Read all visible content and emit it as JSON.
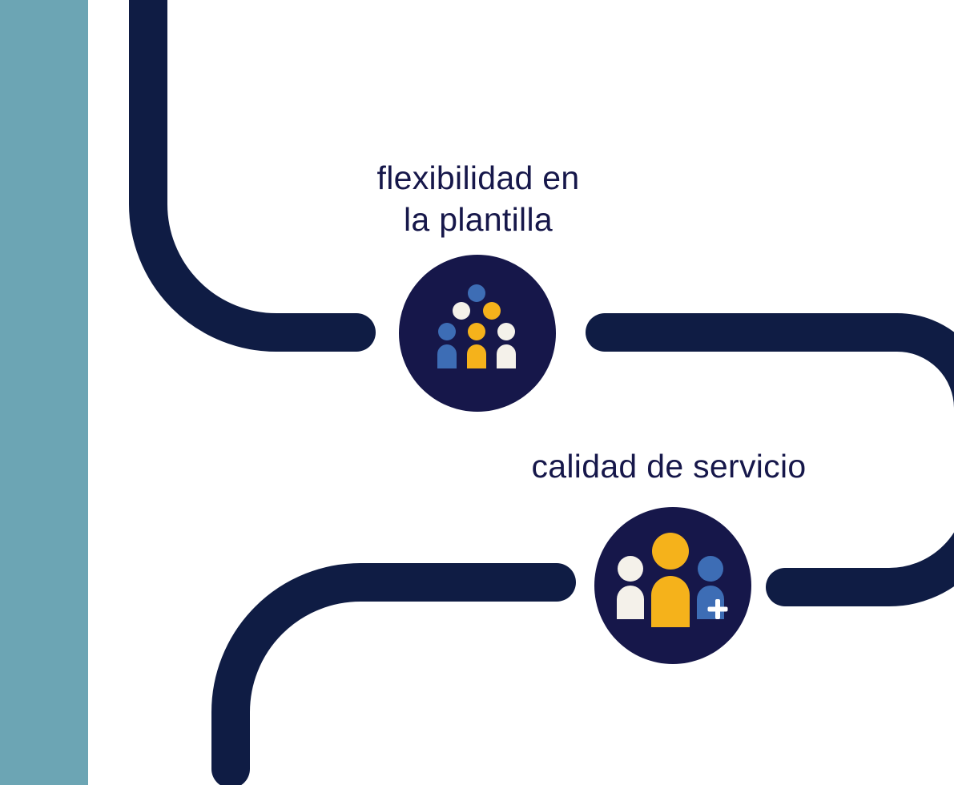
{
  "colors": {
    "navy": "#0f1c44",
    "circle": "#16174a",
    "teal": "#6ca5b4",
    "blue": "#3d6db5",
    "yellow": "#f5b21b",
    "cream": "#f4f1ea",
    "white": "#ffffff"
  },
  "milestones": [
    {
      "label_line1": "flexibilidad en",
      "label_line2": "la plantilla",
      "icon": "workforce-group-icon"
    },
    {
      "label": "calidad de servicio",
      "icon": "people-add-icon"
    }
  ]
}
